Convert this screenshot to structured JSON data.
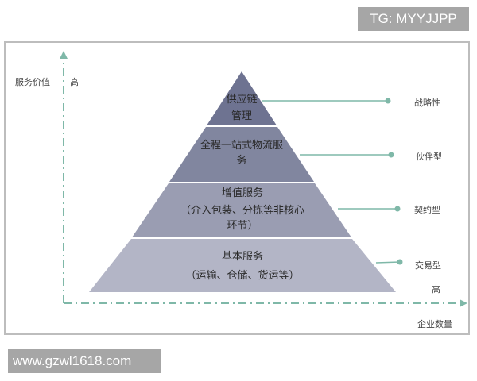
{
  "watermarks": {
    "top": "TG: MYYJJPP",
    "bottom": "www.gzwl1618.com"
  },
  "axes": {
    "y_label": "服务价值",
    "y_high": "高",
    "x_label": "企业数量",
    "x_high": "高",
    "color": "#7fb8a8"
  },
  "pyramid": {
    "tiers": [
      {
        "line1": "供应链",
        "line2": "管理",
        "category": "战略性",
        "color": "#6e7391"
      },
      {
        "line1": "全程一站式物流服",
        "line2": "务",
        "category": "伙伴型",
        "color": "#81869f"
      },
      {
        "line1": "增值服务",
        "line2": "（介入包装、分拣等非核心",
        "line3": "环节）",
        "category": "契约型",
        "color": "#9a9db2"
      },
      {
        "line1": "基本服务",
        "line2": "（运输、仓储、货运等）",
        "category": "交易型",
        "color": "#b3b5c6"
      }
    ]
  }
}
